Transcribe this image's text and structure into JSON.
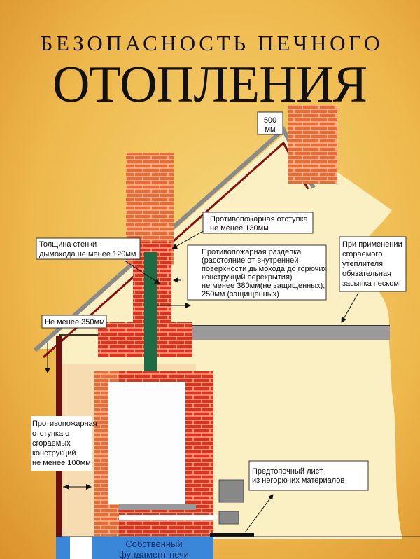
{
  "title": {
    "line1": "БЕЗОПАСНОСТЬ ПЕЧНОГО",
    "line2": "ОТОПЛЕНИЯ"
  },
  "labels": {
    "chimney_height": [
      "500",
      "мм"
    ],
    "fire_offset_roof": [
      "Противопожарная отступка",
      "не менее 130мм"
    ],
    "wall_thickness": [
      "Толщина стенки",
      "дымохода не менее 120мм"
    ],
    "fire_cut": [
      "Противопожарная разделка",
      "(расстояние от внутренней",
      "поверхности дымохода до горючих",
      "конструкций перекрытия)",
      "не менее 380мм(не защищенных),",
      "250мм (защищенных)"
    ],
    "sand_fill": [
      "При применении",
      "сгораемого",
      "утеплителя",
      "обязательная",
      "засыпка песком"
    ],
    "min_350": [
      "Не менее 350мм"
    ],
    "wall_offset": [
      "Противопожарная",
      "отступка от",
      "сгораемых",
      "конструкций",
      "не менее 100мм"
    ],
    "pre_furnace_sheet": [
      "Предтопочный лист",
      "из негорючих материалов"
    ],
    "foundation": [
      "Собственный",
      "фундамент печи"
    ]
  },
  "colors": {
    "brick": "#e0301e",
    "brick_light": "#ef6a3a",
    "flue": "#1f6b45",
    "foundation": "#3a86d8",
    "house": "#fbf0c4"
  }
}
